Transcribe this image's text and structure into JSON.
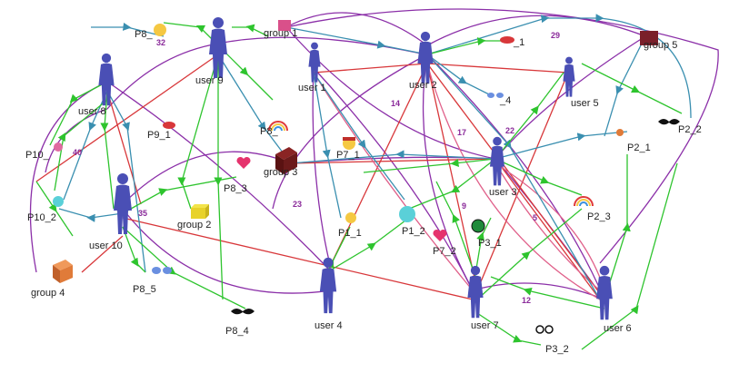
{
  "graph": {
    "nodes": [
      {
        "id": "user 1",
        "kind": "user",
        "color": "#4a4fb5"
      },
      {
        "id": "user 2",
        "kind": "user",
        "color": "#4a4fb5"
      },
      {
        "id": "user 3",
        "kind": "user",
        "color": "#4a4fb5"
      },
      {
        "id": "user 4",
        "kind": "user",
        "color": "#4a4fb5"
      },
      {
        "id": "user 5",
        "kind": "user",
        "color": "#4a4fb5"
      },
      {
        "id": "user 6",
        "kind": "user",
        "color": "#4a4fb5"
      },
      {
        "id": "user 7",
        "kind": "user",
        "color": "#4a4fb5"
      },
      {
        "id": "user 8",
        "kind": "user",
        "color": "#4a4fb5"
      },
      {
        "id": "user 9",
        "kind": "user",
        "color": "#4a4fb5"
      },
      {
        "id": "user 10",
        "kind": "user",
        "color": "#4a4fb5"
      },
      {
        "id": "group 1",
        "kind": "group",
        "color": "#d9508a"
      },
      {
        "id": "group 2",
        "kind": "group",
        "color": "#e8d22a"
      },
      {
        "id": "group 3",
        "kind": "group",
        "color": "#6b1a1a"
      },
      {
        "id": "group 4",
        "kind": "group",
        "color": "#e07b39"
      },
      {
        "id": "group 5",
        "kind": "group",
        "color": "#7a1f2a"
      },
      {
        "id": "P1_1",
        "kind": "item",
        "icon": "sun-face-icon"
      },
      {
        "id": "P1_2",
        "kind": "item",
        "icon": "rocket-badge-icon"
      },
      {
        "id": "P2_1",
        "kind": "item",
        "icon": "candy-icon"
      },
      {
        "id": "P2_2",
        "kind": "item",
        "icon": "mustache-icon"
      },
      {
        "id": "P2_3",
        "kind": "item",
        "icon": "rainbow-icon"
      },
      {
        "id": "P3_1",
        "kind": "item",
        "icon": "alien-badge-icon"
      },
      {
        "id": "P3_2",
        "kind": "item",
        "icon": "pirate-face-icon"
      },
      {
        "id": "P7_1",
        "kind": "item",
        "icon": "glasses-icon"
      },
      {
        "id": "P7_2",
        "kind": "item",
        "icon": "heart-icon"
      },
      {
        "id": "P8_3",
        "kind": "item",
        "icon": "heart-icon"
      },
      {
        "id": "P8_4",
        "kind": "item",
        "icon": "mustache-icon"
      },
      {
        "id": "P8_5",
        "kind": "item",
        "icon": "sunglasses-icon"
      },
      {
        "id": "P9_1",
        "kind": "item",
        "icon": "lips-icon"
      },
      {
        "id": "P10_2",
        "kind": "item",
        "icon": "rocket-badge-icon"
      },
      {
        "id": "P8_",
        "kind": "item",
        "icon": "rainbow-icon"
      },
      {
        "id": "P8_",
        "kind": "item",
        "icon": "sun-face-icon"
      },
      {
        "id": "P10_",
        "kind": "item",
        "icon": "candy-icon"
      },
      {
        "id": "_1",
        "kind": "item",
        "icon": "lips-icon"
      },
      {
        "id": "_4",
        "kind": "item",
        "icon": "sunglasses-icon"
      }
    ],
    "edge_labels": [
      "32",
      "40",
      "35",
      "23",
      "14",
      "17",
      "22",
      "29",
      "9",
      "5",
      "12"
    ],
    "colors": {
      "green": "#2ec42e",
      "purple": "#8b2fa8",
      "red": "#d8373a",
      "blue": "#3a8fb0",
      "pink": "#e0608a"
    }
  }
}
